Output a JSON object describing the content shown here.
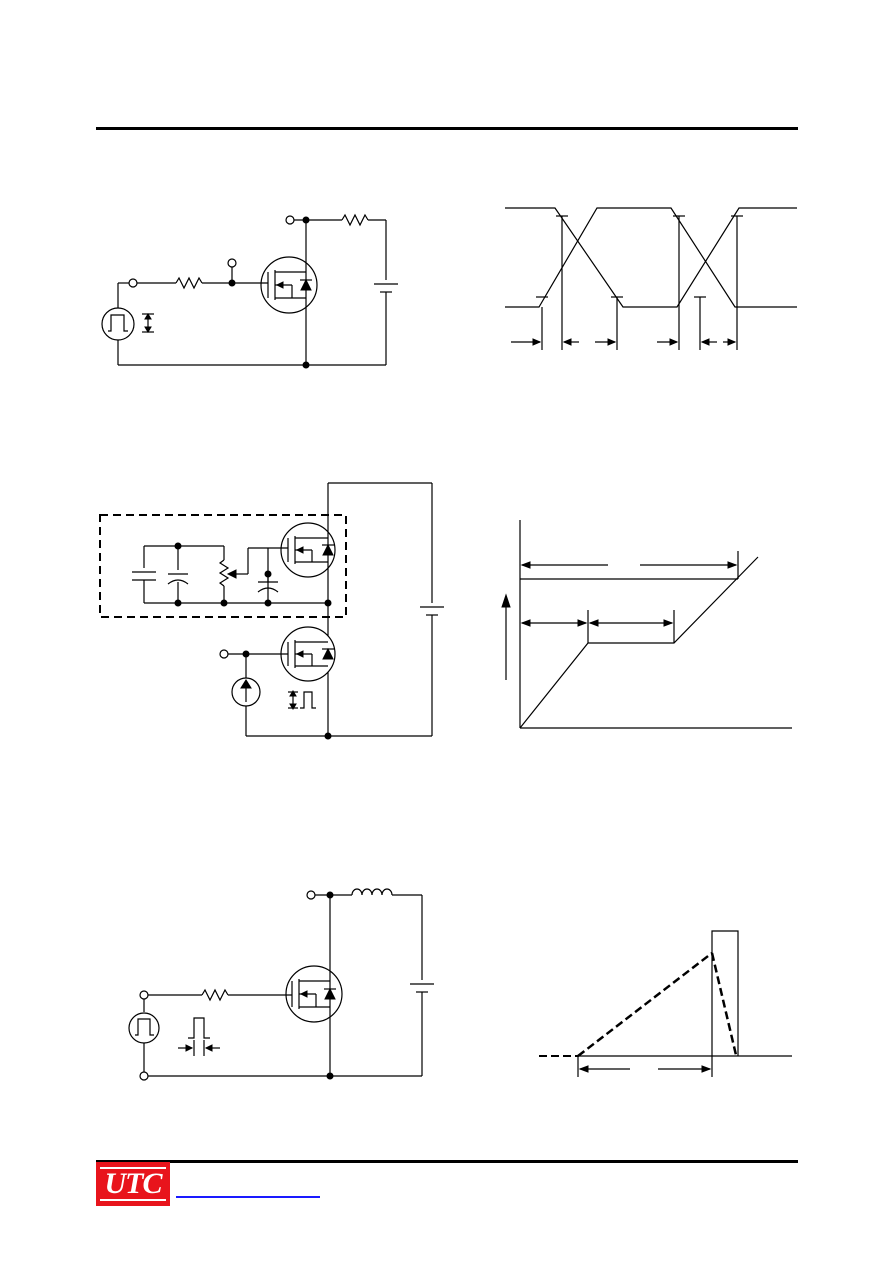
{
  "logo": {
    "text": "UTC",
    "brand_color": "#e8141c"
  },
  "link_color": "#1a1aff",
  "icons": {
    "mosfet": "n-channel-mosfet-symbol",
    "resistor": "resistor-zigzag",
    "inductor": "inductor-coil",
    "battery": "dc-supply",
    "pulse_source": "pulse-generator",
    "current_source": "current-source"
  }
}
